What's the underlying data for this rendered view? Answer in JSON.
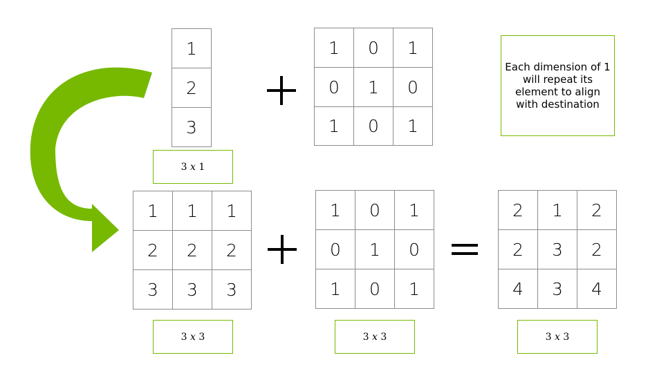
{
  "diagram": {
    "arrow": {
      "color": "#76b900"
    },
    "source_vector": {
      "values": [
        1,
        2,
        3
      ],
      "label": {
        "rows": "3",
        "x": "x",
        "cols": "1"
      }
    },
    "top_plus": "+",
    "top_matrix": {
      "rows": [
        [
          1,
          0,
          1
        ],
        [
          0,
          1,
          0
        ],
        [
          1,
          0,
          1
        ]
      ]
    },
    "note": {
      "text": "Each dimension of 1 will repeat its element to align with destination",
      "border_color": "#76b900"
    },
    "broadcast_matrix": {
      "rows": [
        [
          1,
          1,
          1
        ],
        [
          2,
          2,
          2
        ],
        [
          3,
          3,
          3
        ]
      ],
      "label": {
        "rows": "3",
        "x": "x",
        "cols": "3"
      }
    },
    "bottom_plus": "+",
    "addend_matrix": {
      "rows": [
        [
          1,
          0,
          1
        ],
        [
          0,
          1,
          0
        ],
        [
          1,
          0,
          1
        ]
      ],
      "label": {
        "rows": "3",
        "x": "x",
        "cols": "3"
      }
    },
    "equals": "=",
    "result_matrix": {
      "rows": [
        [
          2,
          1,
          2
        ],
        [
          2,
          3,
          2
        ],
        [
          4,
          3,
          4
        ]
      ],
      "label": {
        "rows": "3",
        "x": "x",
        "cols": "3"
      }
    }
  }
}
